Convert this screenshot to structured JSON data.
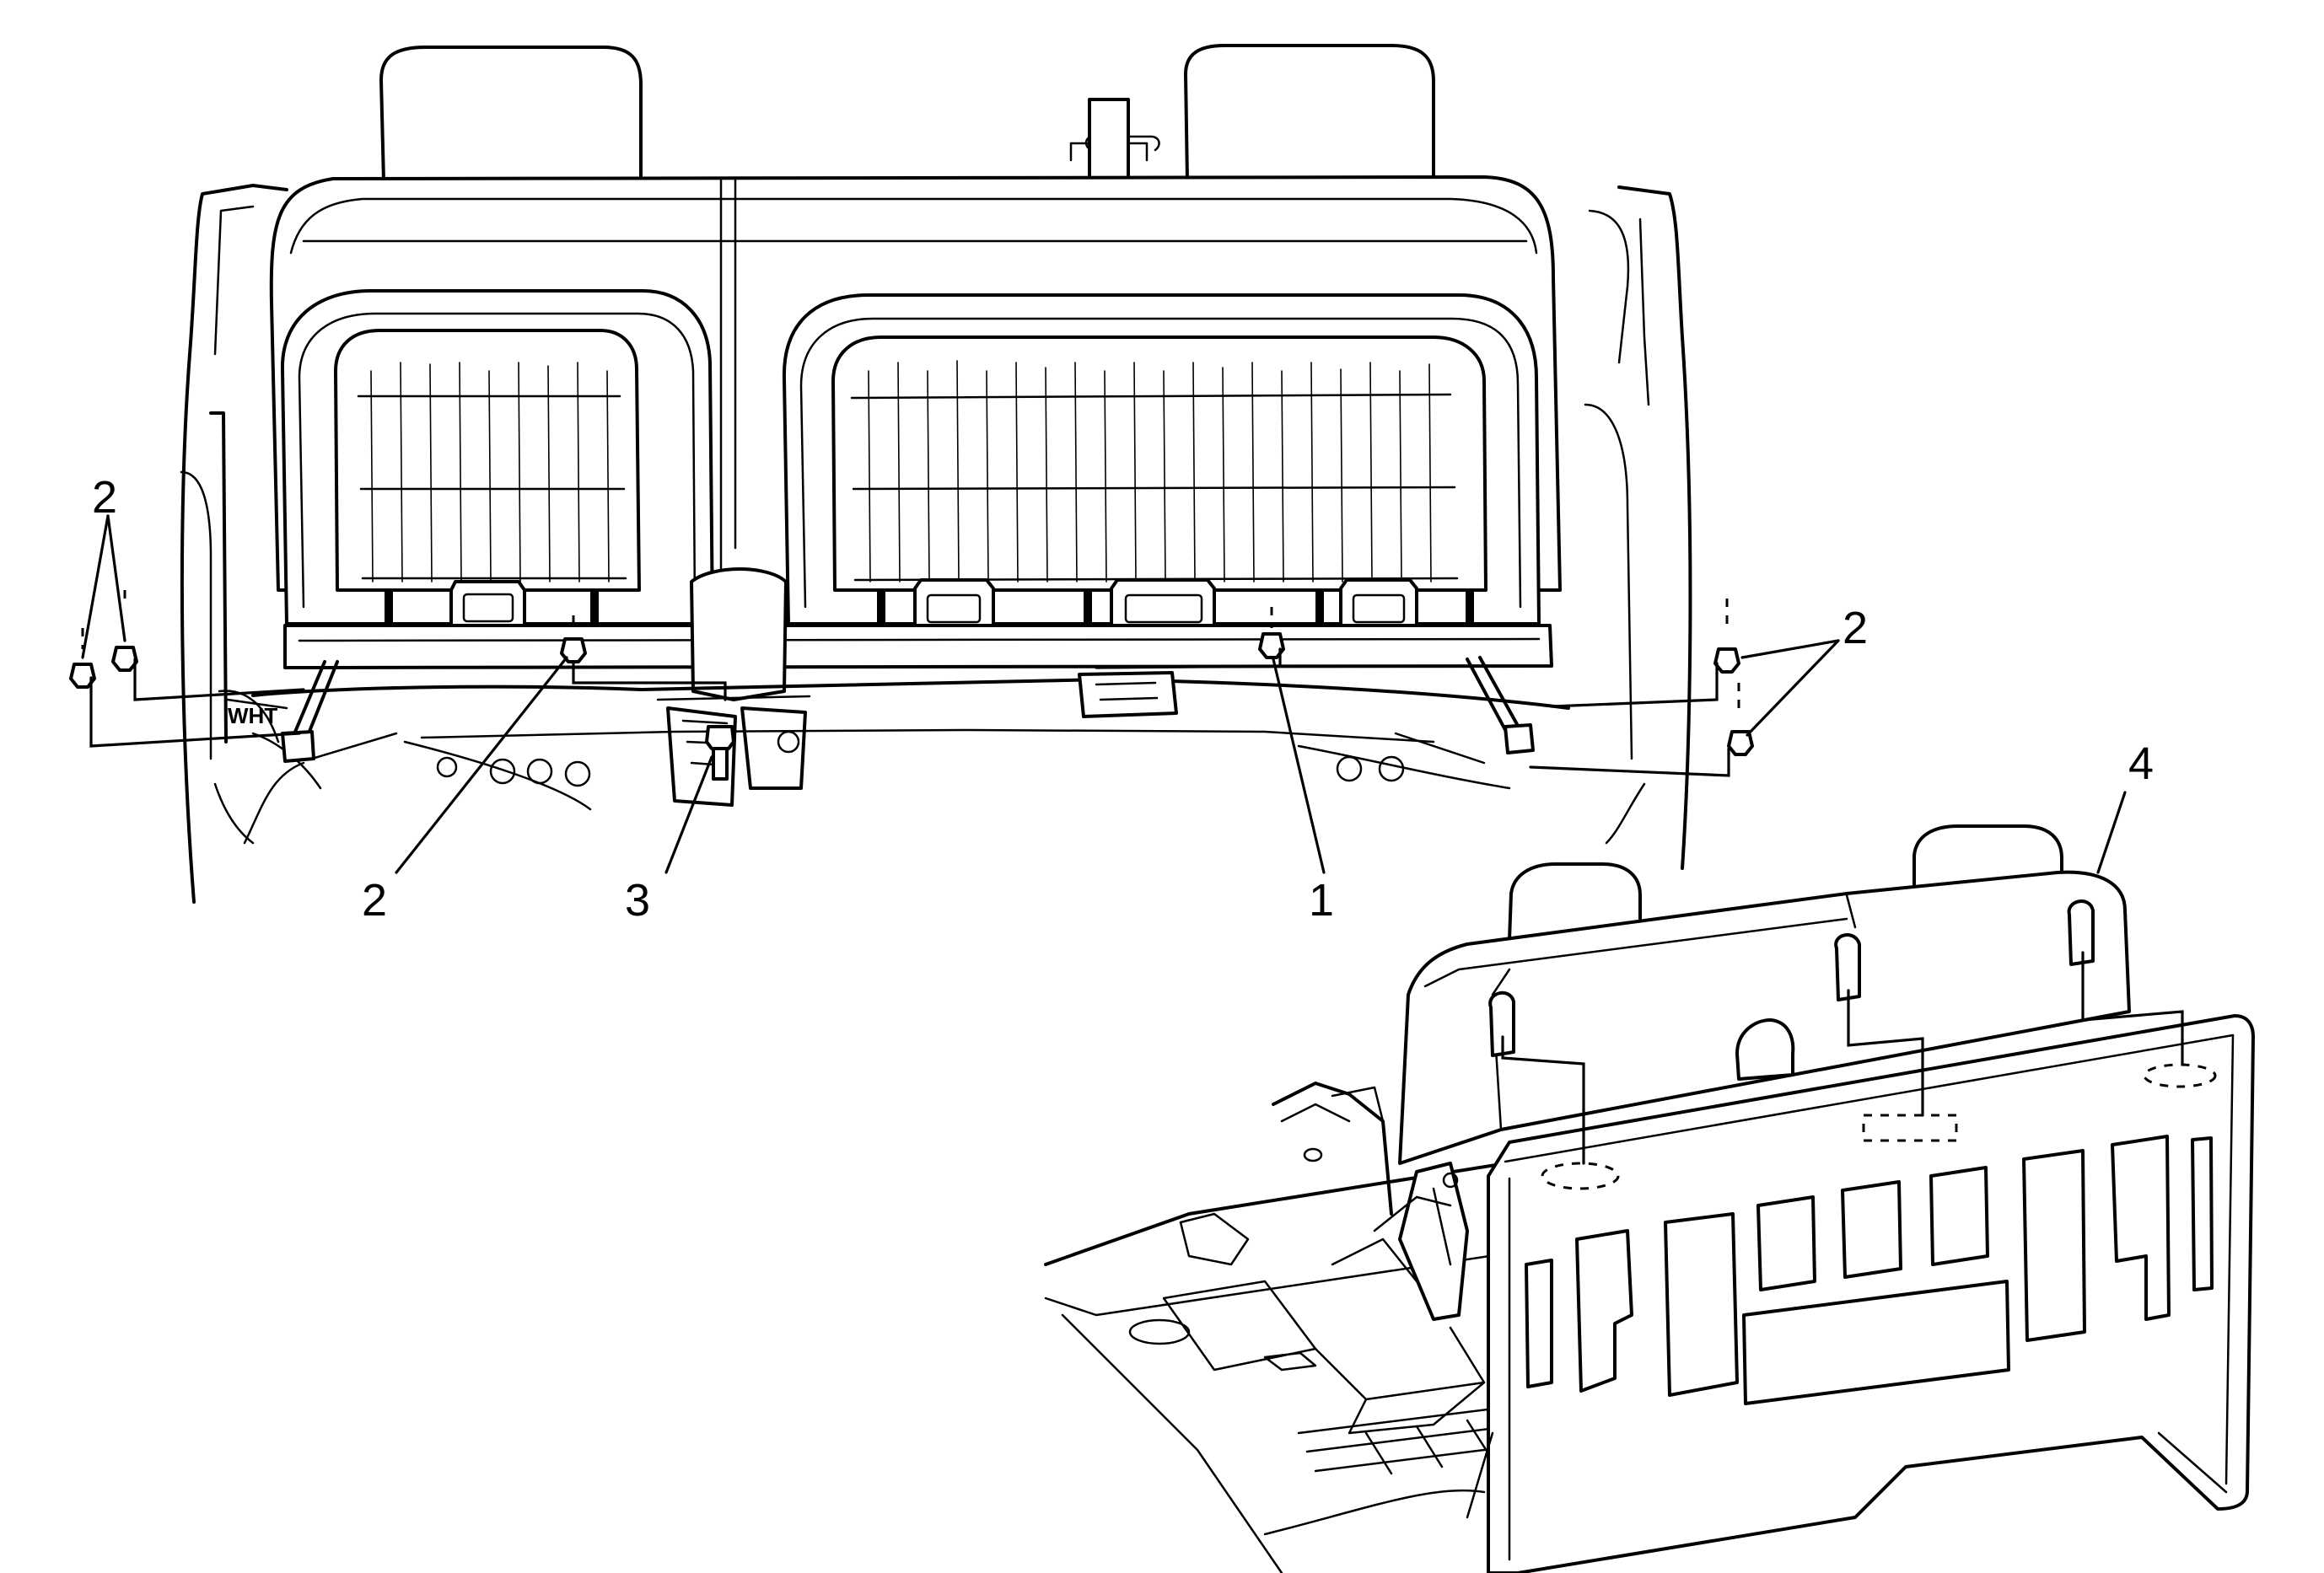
{
  "callouts": {
    "fastener_1": "1",
    "nut_2_left_pair": "2",
    "nut_2_right_pair": "2",
    "nut_2_center_left": "2",
    "bolt_3": "3",
    "panel_4": "4"
  },
  "decals": {
    "harness_tag": "WHT"
  },
  "colors": {
    "line": "#000000",
    "background": "#ffffff"
  }
}
